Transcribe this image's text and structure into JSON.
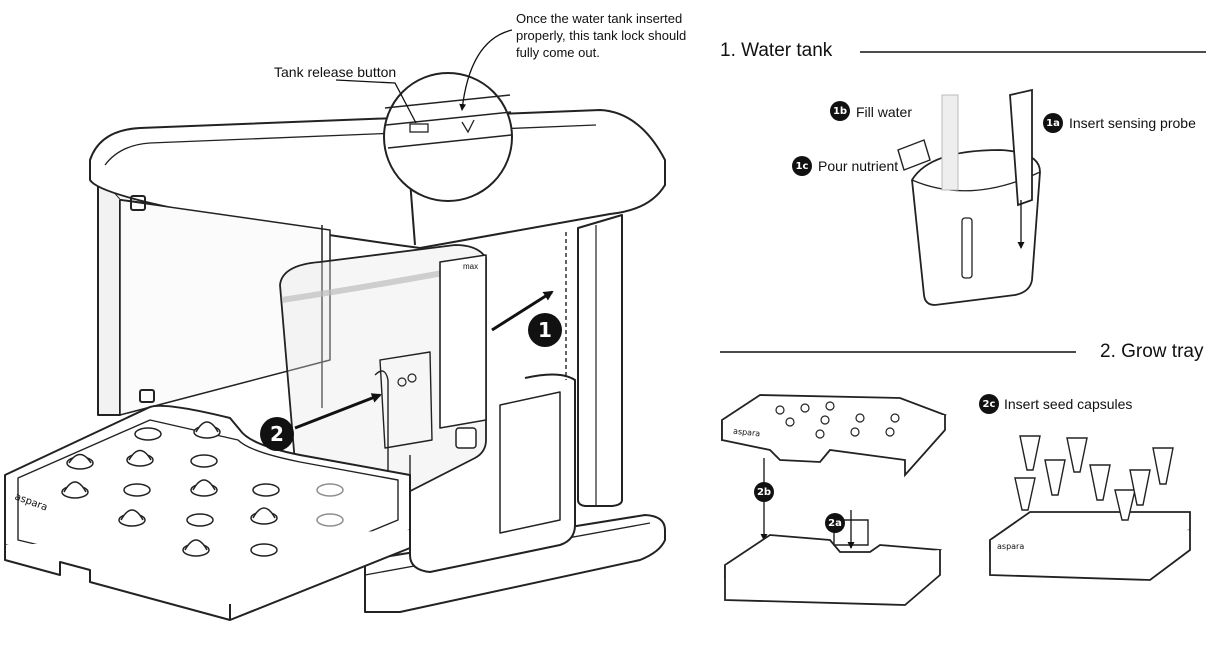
{
  "callouts": {
    "tank_release": "Tank release button",
    "tank_lock_note": [
      "Once the water tank inserted",
      "properly, this tank lock should",
      "fully come out."
    ],
    "max_label": "max"
  },
  "steps": {
    "step1": "1",
    "step2": "2"
  },
  "section1": {
    "heading": "1. Water tank",
    "items": [
      {
        "badge": "1b",
        "label": "Fill water"
      },
      {
        "badge": "1a",
        "label": "Insert sensing probe"
      },
      {
        "badge": "1c",
        "label": "Pour nutrient"
      }
    ]
  },
  "section2": {
    "heading": "2. Grow tray",
    "items": [
      {
        "badge": "2c",
        "label": "Insert seed capsules"
      },
      {
        "badge": "2b",
        "label": ""
      },
      {
        "badge": "2a",
        "label": ""
      }
    ]
  },
  "brand": "aspara"
}
